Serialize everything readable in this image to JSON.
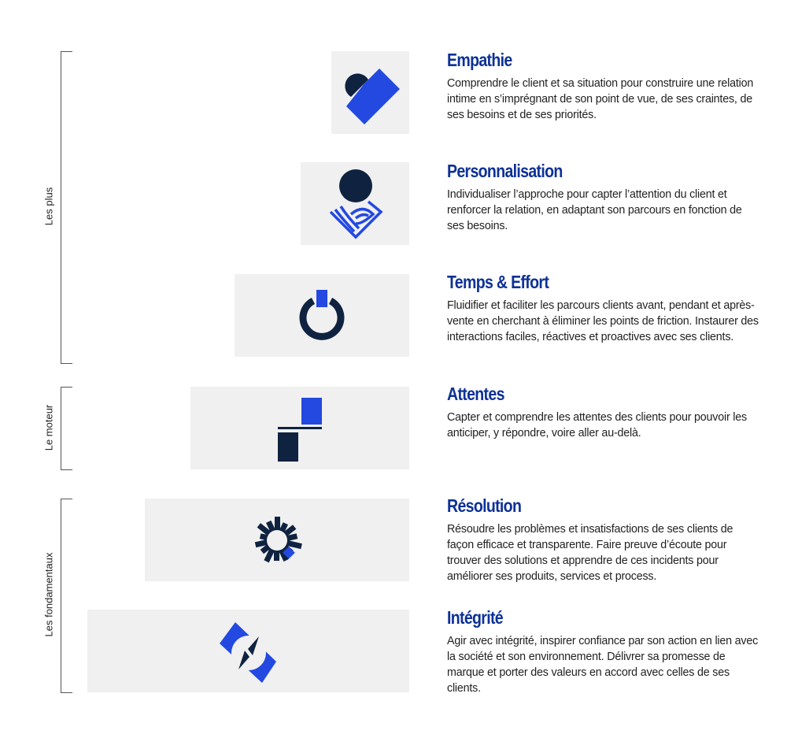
{
  "colors": {
    "navy": "#0f2340",
    "blue": "#2349e0",
    "title": "#0d3196",
    "panel": "#f0f0f0"
  },
  "groups": [
    {
      "label": "Les plus"
    },
    {
      "label": "Le moteur"
    },
    {
      "label": "Les fondamentaux"
    }
  ],
  "items": [
    {
      "title": "Empathie",
      "icon": "heart-icon",
      "desc": "Comprendre le client et sa situation pour construire une relation intime en s’imprégnant de son point de vue, de ses craintes, de ses besoins et de ses priorités."
    },
    {
      "title": "Personnalisation",
      "icon": "fingerprint-person-icon",
      "desc": "Individualiser l’approche pour capter l’attention du client et renforcer la relation, en adaptant son parcours en fonction de ses besoins."
    },
    {
      "title": "Temps & Effort",
      "icon": "power-icon",
      "desc": "Fluidifier et faciliter les parcours clients avant, pendant et après-vente en cherchant à éliminer les points de friction. Instaurer des interactions faciles, réactives et proactives avec ses clients."
    },
    {
      "title": "Attentes",
      "icon": "step-blocks-icon",
      "desc": "Capter et comprendre les attentes des clients pour pouvoir les anticiper, y répondre, voire aller au-delà."
    },
    {
      "title": "Résolution",
      "icon": "sunburst-icon",
      "desc": "Résoudre les problèmes et insatisfactions de ses clients de façon efficace et transparente. Faire preuve d’écoute pour trouver des solutions et apprendre de ces incidents pour améliorer ses produits, services et process."
    },
    {
      "title": "Intégrité",
      "icon": "compass-diamond-icon",
      "desc": "Agir avec intégrité, inspirer confiance par son action en lien avec la société et son environnement. Délivrer sa promesse de marque et porter des valeurs en accord avec celles de ses clients."
    }
  ]
}
